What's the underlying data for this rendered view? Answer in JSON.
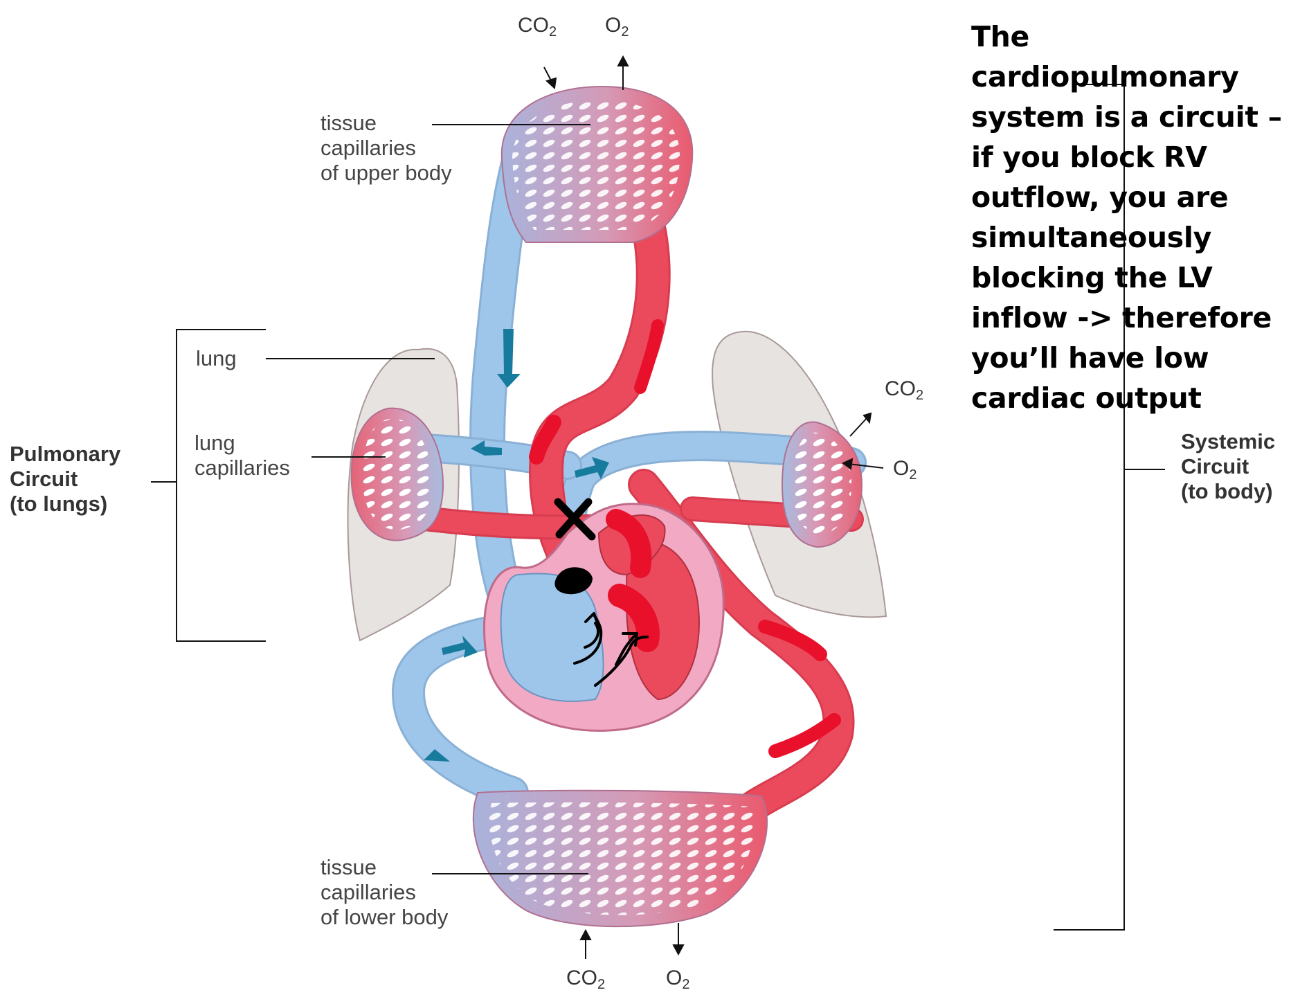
{
  "labels": {
    "upper": [
      "tissue",
      "capillaries",
      "of upper body"
    ],
    "lower": [
      "tissue",
      "capillaries",
      "of lower body"
    ],
    "lung": "lung",
    "lung_cap": [
      "lung",
      "capillaries"
    ],
    "pulmonary": [
      "Pulmonary",
      "Circuit",
      "(to lungs)"
    ],
    "systemic": [
      "Systemic",
      "Circuit",
      "(to body)"
    ]
  },
  "gases": {
    "co2": "CO",
    "o2": "O",
    "sub": "2"
  },
  "note": "The cardiopulmonary system is a circuit – if you block RV outflow, you are simultaneously blocking the LV inflow -> therefore you’ll have low cardiac output",
  "colors": {
    "venous": "#9ec6ea",
    "arterial": "#ea4a5c",
    "heart": "#f2a9c4",
    "lung": "#e6e3e0",
    "marker": "#e8102a",
    "arrow": "#177b9e"
  }
}
